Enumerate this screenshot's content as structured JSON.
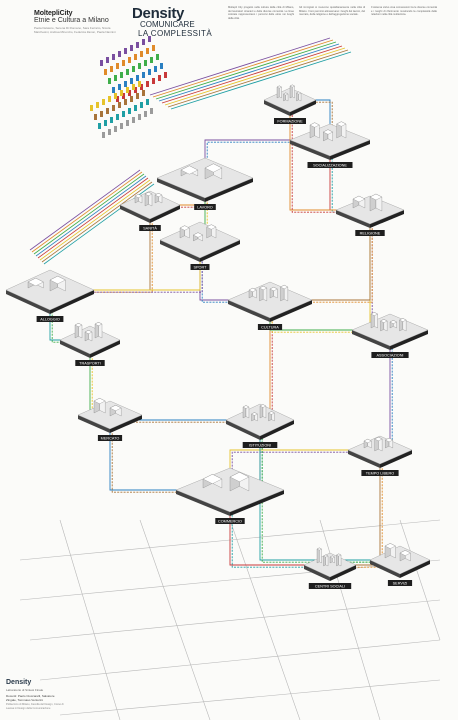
{
  "header": {
    "left_title_1": "MoltepliCity",
    "left_title_2": "Etnie e Cultura a Milano",
    "left_subtitle": "Paola Delatore, Serena Di Romano, Sara Ferrario, Nicola Marchesini, Andrea Minonzio, Federica Zanon, Paola Nannini",
    "main_title": "Density",
    "main_subtitle_1": "COMUNICARE",
    "main_subtitle_2": "LA COMPLESSITÀ"
  },
  "paragraphs": [
    "Moltepli City progetto sulla cultura della città di Milano, dei lavoratori stranieri e delle diverse comunità. Le linee colorate rappresentano i percorsi delle etnie nei luoghi della città.",
    "Gli immigrati si muovono quotidianamente nella città di Milano. I loro percorsi attraversano i luoghi del lavoro, del mercato, della religione e dell'aggregazione sociale.",
    "Il sistema visivo crea connessioni tra le diverse comunità e i luoghi di riferimento mostrando la complessità delle relazioni nella città multietnica."
  ],
  "nodes": [
    {
      "label": "LAVORO"
    },
    {
      "label": "SOCIALIZZAZIONE"
    },
    {
      "label": "FORMAZIONE"
    },
    {
      "label": "RELIGIONE"
    },
    {
      "label": "SANITÀ"
    },
    {
      "label": "ASSOCIAZIONI"
    },
    {
      "label": "MERCATO"
    },
    {
      "label": "SPORT"
    },
    {
      "label": "CULTURA"
    },
    {
      "label": "ALLOGGIO"
    },
    {
      "label": "TRASPORTI"
    },
    {
      "label": "ISTITUZIONI"
    },
    {
      "label": "COMMERCIO"
    },
    {
      "label": "TEMPO LIBERO"
    },
    {
      "label": "CENTRI SOCIALI"
    },
    {
      "label": "SERVIZI"
    }
  ],
  "footer": {
    "logo": "Density",
    "line_1": "Laboratorio di Sintesi Finale",
    "line_2": "Docenti: Paolo Ciuccarelli, Salvatore Zingale, Tommaso Venturini",
    "small": "Politecnico di Milano, Facoltà del Design, Corso di Laurea in Design della Comunicazione"
  },
  "colors": {
    "line_purple": "#7a4fa0",
    "line_orange": "#e08b2a",
    "line_green": "#3fae4a",
    "line_blue": "#2a7fc1",
    "line_red": "#c8393a",
    "line_yellow": "#e6c32b",
    "line_brown": "#a8743a",
    "line_teal": "#1f9fa4",
    "node_dark": "#1e1e1e",
    "platform": "#e6e6e6"
  }
}
